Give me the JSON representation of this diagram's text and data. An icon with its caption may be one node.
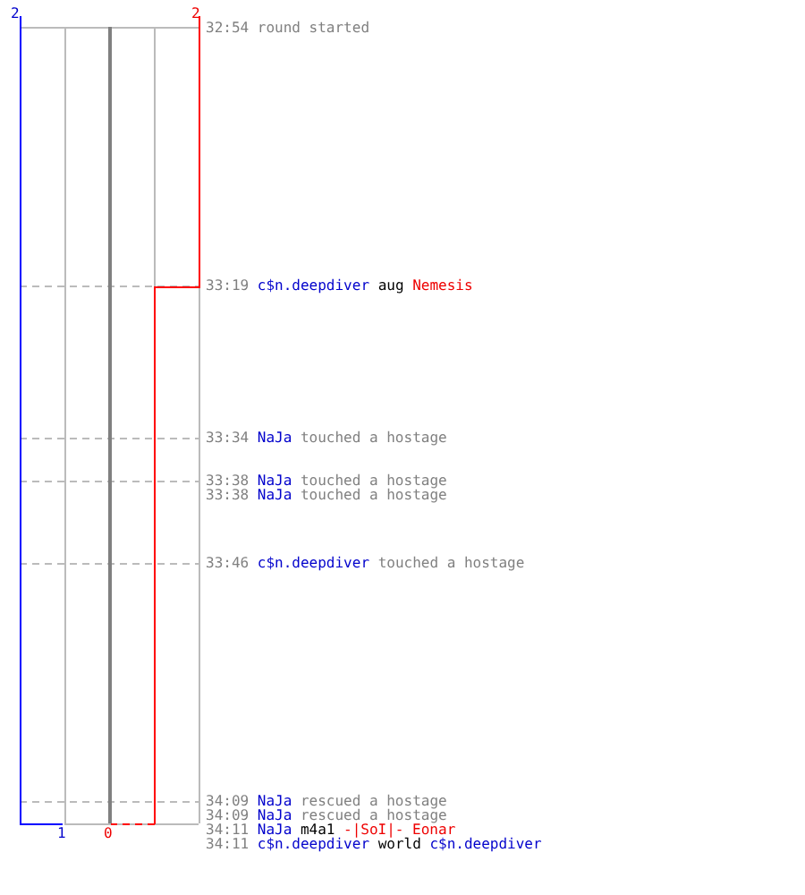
{
  "diagram": {
    "labels": [
      "2",
      "2",
      "32:54",
      "round started",
      "33:19",
      "c$n.deepdiver",
      "aug",
      "Nemesis",
      "33:34",
      "NaJa",
      "touched a hostage",
      "33:38",
      "NaJa",
      "touched a hostage",
      "33:38",
      "NaJa",
      "touched a hostage",
      "33:46",
      "c$n.deepdiver",
      "touched a hostage",
      "34:09",
      "NaJa",
      "rescued a hostage",
      "34:09",
      "NaJa",
      "rescued a hostage",
      "1",
      "0",
      "34:11",
      "NaJa",
      "m4a1",
      "-|SoI|- Eonar",
      "34:11",
      "c$n.deepdiver",
      "world",
      "c$n.deepdiver"
    ]
  }
}
